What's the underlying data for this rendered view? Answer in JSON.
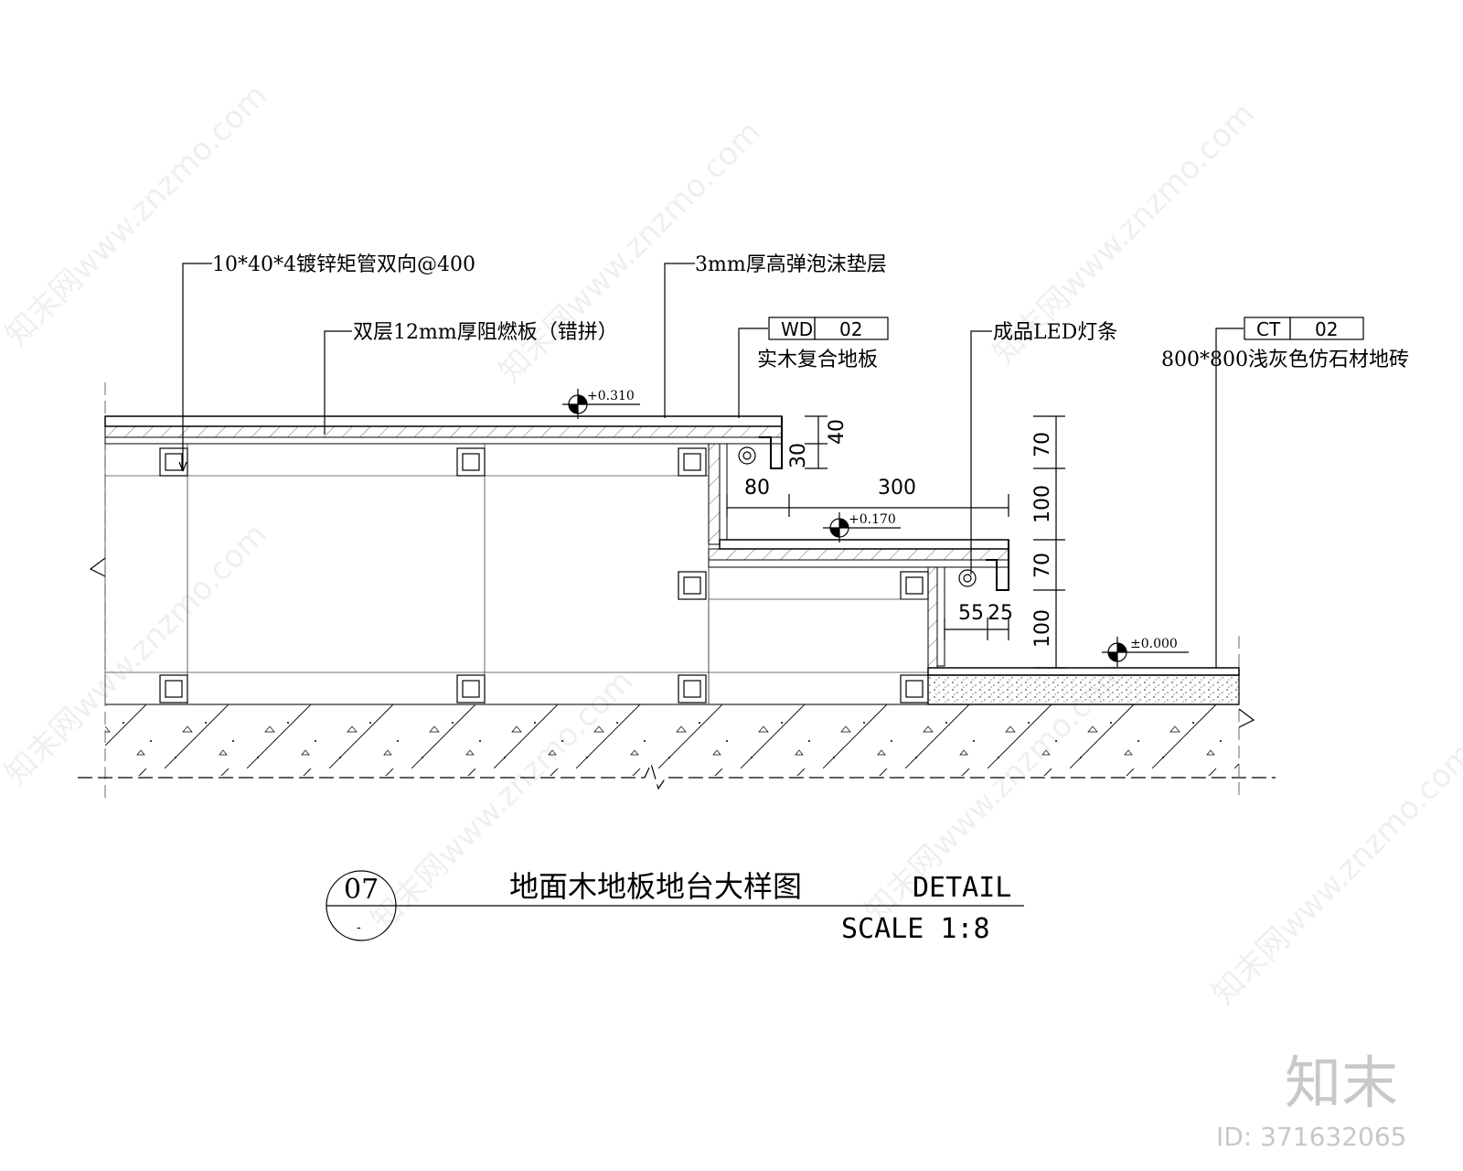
{
  "annotations": {
    "steel_tube": "10*40*4镀锌矩管双向@400",
    "fire_board": "双层12mm厚阻燃板（错拼）",
    "foam_layer": "3mm厚高弹泡沫垫层",
    "wood_floor": "实木复合地板",
    "led_strip": "成品LED灯条",
    "floor_tile": "800*800浅灰色仿石材地砖"
  },
  "tags": [
    {
      "code": "WD",
      "num": "02"
    },
    {
      "code": "CT",
      "num": "02"
    }
  ],
  "elevations": {
    "top": "+0.310",
    "middle": "+0.170",
    "ground": "±0.000"
  },
  "dimensions": {
    "h_80": "80",
    "h_300": "300",
    "h_55": "55",
    "h_25": "25",
    "v_40": "40",
    "v_30": "30",
    "v_70a": "70",
    "v_100a": "100",
    "v_70b": "70",
    "v_100b": "100"
  },
  "title": {
    "number": "07",
    "sub": "-",
    "cn": "地面木地板地台大样图",
    "en": "DETAIL",
    "scale": "SCALE 1:8"
  },
  "branding": {
    "logo": "知末",
    "id": "ID: 371632065",
    "watermark": "知末网www.znzmo.com"
  }
}
